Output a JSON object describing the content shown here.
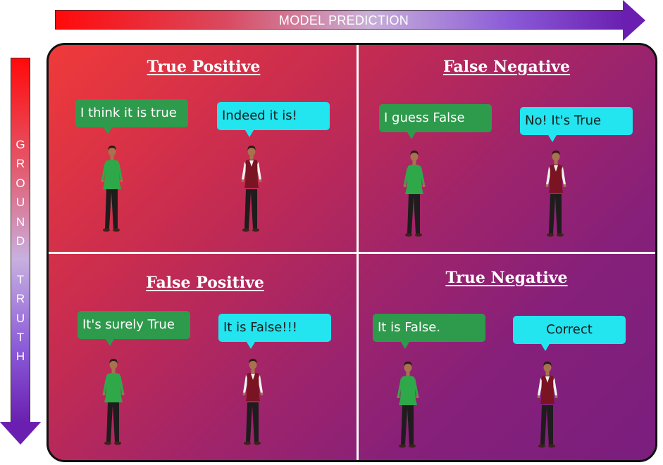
{
  "axes": {
    "horizontal_label": "MODEL PREDICTION",
    "vertical_letters": [
      "G",
      "R",
      "O",
      "U",
      "N",
      "D",
      " ",
      "T",
      "R",
      "U",
      "T",
      "H"
    ]
  },
  "quadrants": [
    {
      "title": "True Positive",
      "left_speech": "I think it is true",
      "right_speech": "Indeed it is!"
    },
    {
      "title": "False Negative",
      "left_speech": "I guess False",
      "right_speech": "No! It's True"
    },
    {
      "title": "False Positive",
      "left_speech": "It's surely True",
      "right_speech": "It is False!!!"
    },
    {
      "title": "True Negative",
      "left_speech": "It is False.",
      "right_speech": "Correct"
    }
  ],
  "colors": {
    "arrow_start": "#ff0a0a",
    "arrow_end": "#6a1fb0",
    "green_bubble": "#2e9a4c",
    "cyan_bubble": "#22e5f0",
    "panel_top_left": "#f03a3a",
    "panel_bottom_right": "#7a1e7e"
  }
}
